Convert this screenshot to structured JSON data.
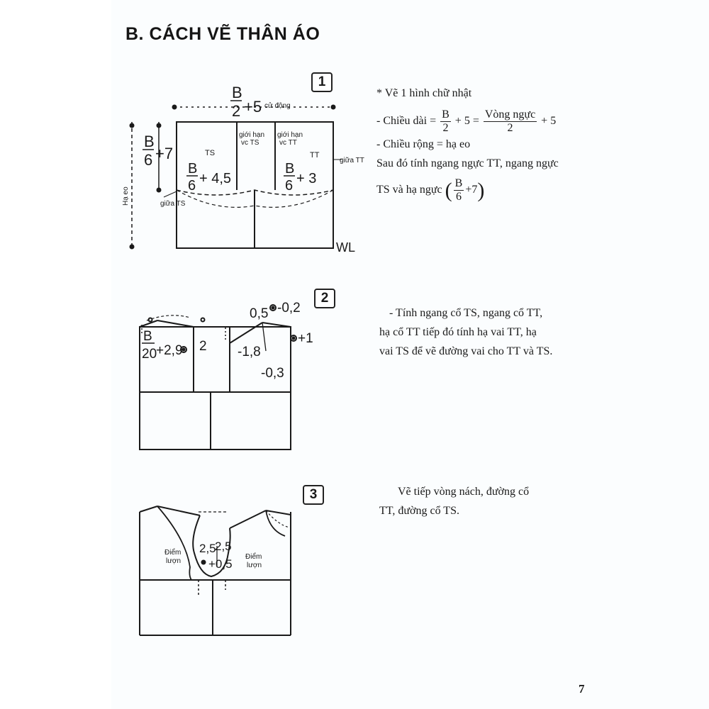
{
  "heading": "B. CÁCH VẼ THÂN ÁO",
  "page_number": "7",
  "steps": [
    {
      "number": "1",
      "lines": {
        "l1": "* Vẽ 1 hình chữ nhật",
        "l2_prefix": "- Chiều dài =",
        "l2_frac1_num": "B",
        "l2_frac1_den": "2",
        "l2_mid": "+ 5 =",
        "l2_frac2_num": "Vòng ngực",
        "l2_frac2_den": "2",
        "l2_suffix": "+ 5",
        "l3": "- Chiều rộng = hạ eo",
        "l4": "Sau đó tính ngang ngực TT, ngang ngực",
        "l5_prefix": "TS và hạ ngực",
        "l5_frac_num": "B",
        "l5_frac_den": "6",
        "l5_suffix": "+7"
      },
      "diagram": {
        "top_frac_num": "B",
        "top_frac_den": "2",
        "top_plus": "+5",
        "top_note": "cử động",
        "left_frac_num": "B",
        "left_frac_den": "6",
        "left_plus": "+7",
        "ha_eo": "Hạ eo",
        "giua_ts": "giữa TS",
        "ts": "TS",
        "tt": "TT",
        "gioi_han_ts": "giới hạn",
        "gioi_han_ts2": "vc TS",
        "gioi_han_tt": "giới hạn",
        "gioi_han_tt2": "vc TT",
        "giua_tt": "giữa TT",
        "ts_frac_num": "B",
        "ts_frac_den": "6",
        "ts_plus": "+ 4,5",
        "tt_frac_num": "B",
        "tt_frac_den": "6",
        "tt_plus": "+ 3",
        "wl": "WL"
      }
    },
    {
      "number": "2",
      "lines": {
        "l1": "- Tính ngang cổ TS, ngang cổ TT,",
        "l2": "hạ cổ TT tiếp đó tính hạ vai TT, hạ",
        "l3": "vai TS để vẽ đường vai cho TT và TS."
      },
      "diagram": {
        "frac_num": "B",
        "frac_den": "20",
        "plus": "+2,9",
        "v2": "2",
        "v05": "0,5",
        "v02": "-0,2",
        "v1": "+1",
        "v18": "-1,8",
        "v03": "-0,3"
      }
    },
    {
      "number": "3",
      "lines": {
        "l1": "Vẽ tiếp vòng nách, đường cổ",
        "l2": "TT, đường cổ TS."
      },
      "diagram": {
        "diem_luon_l1": "Điểm",
        "diem_luon_l2": "lượn",
        "diem_luon_r1": "Điểm",
        "diem_luon_r2": "lượn",
        "v25a": "2,5",
        "v25b": "2,5",
        "v05": "+0,5"
      }
    }
  ]
}
